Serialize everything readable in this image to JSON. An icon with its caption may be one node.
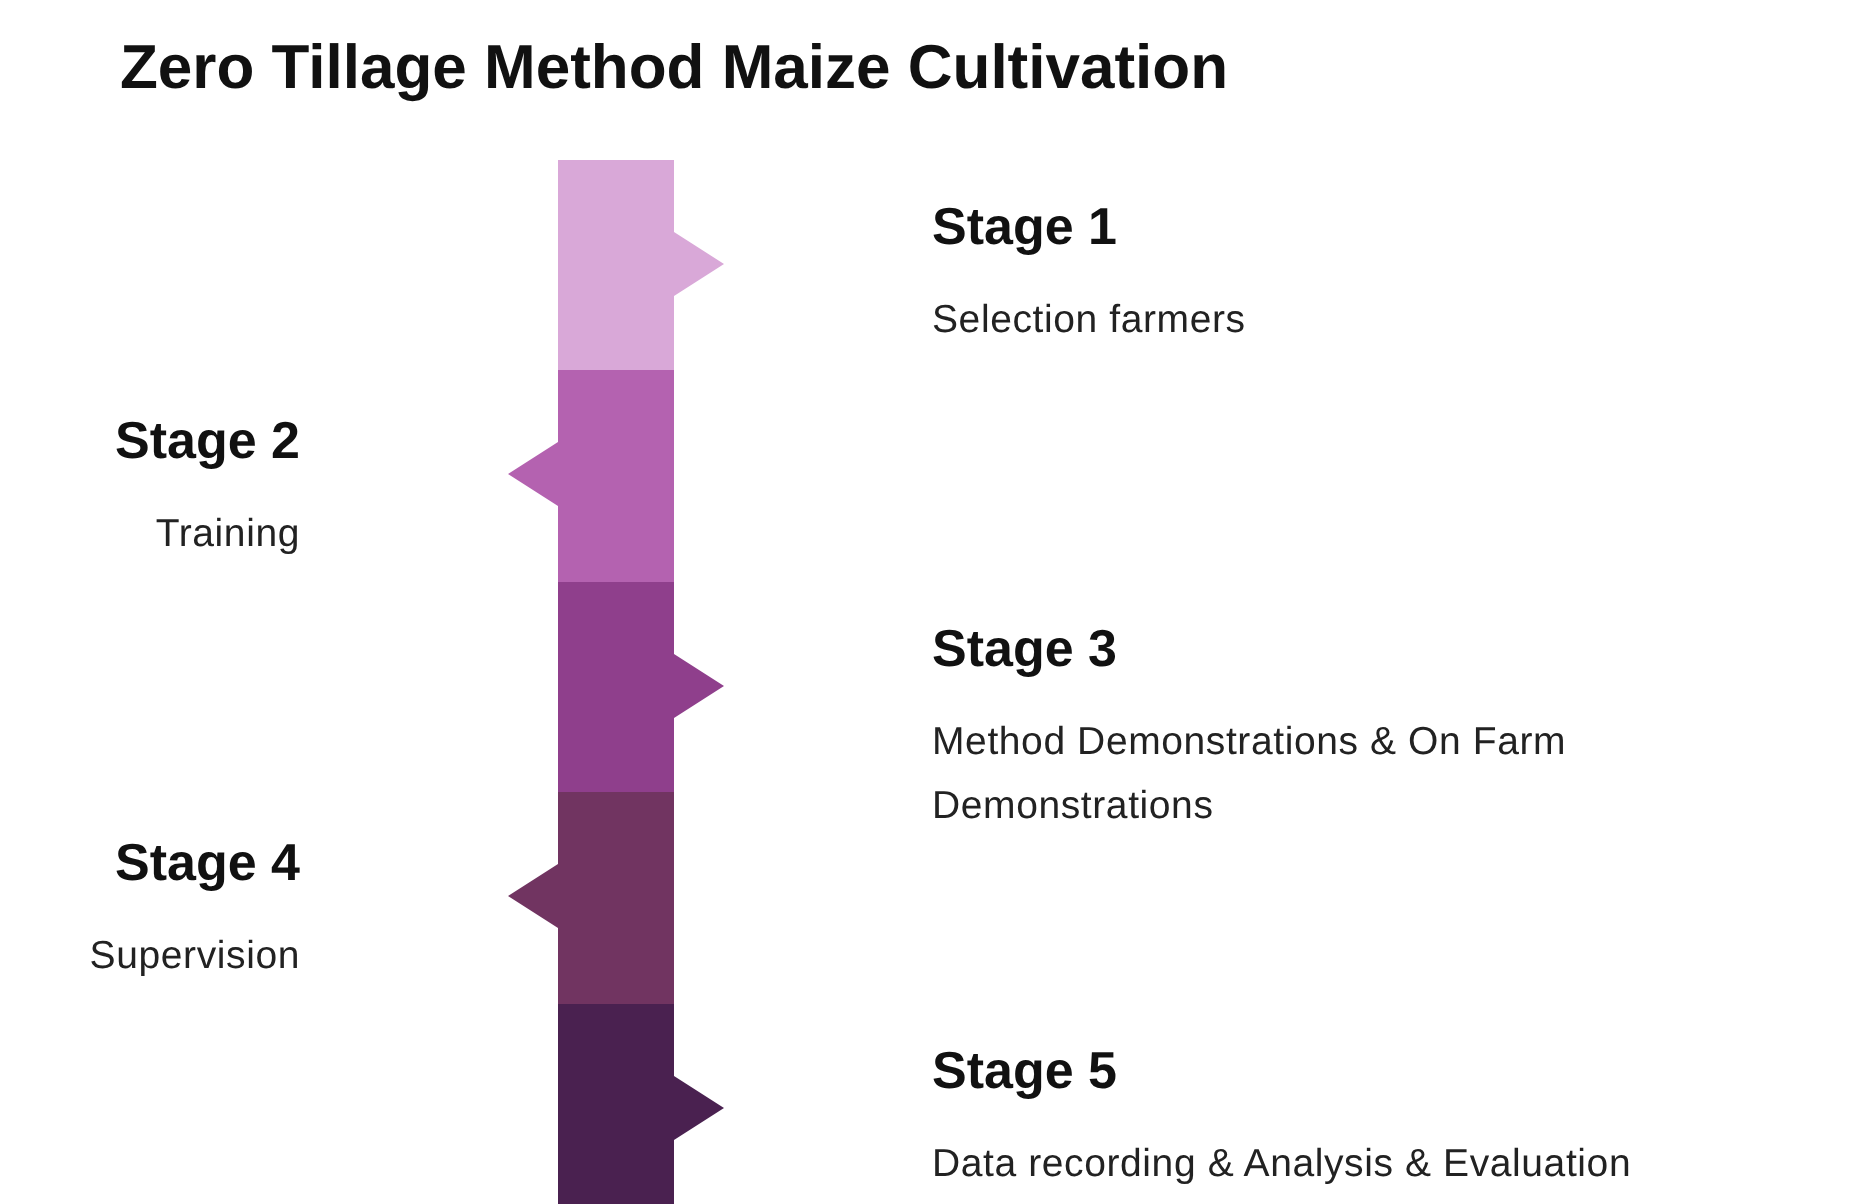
{
  "diagram": {
    "title": "Zero Tillage Method Maize Cultivation",
    "nodes": [
      {
        "text": [],
        "shape": "bar",
        "beside": [
          "Stage 1",
          "Selection farmers"
        ]
      },
      {
        "text": [],
        "shape": "bar",
        "beside": [
          "Stage 2",
          "Training"
        ]
      },
      {
        "text": [],
        "shape": "bar",
        "beside": [
          "Stage 3",
          "Method Demonstrations & On Farm Demonstrations"
        ]
      },
      {
        "text": [],
        "shape": "bar",
        "beside": [
          "Stage 4",
          "Supervision"
        ]
      },
      {
        "text": [],
        "shape": "bar",
        "beside": [
          "Stage 5",
          "Data recording & Analysis & Evaluation"
        ]
      }
    ]
  }
}
